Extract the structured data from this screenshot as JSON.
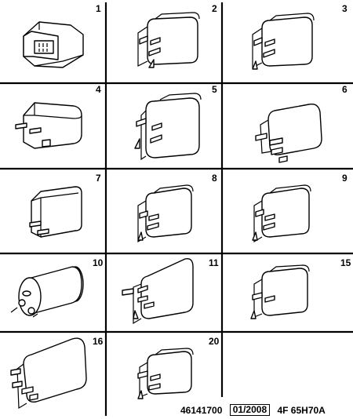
{
  "cells": [
    {
      "number": "1",
      "part": "multi-pin-relay-socket"
    },
    {
      "number": "2",
      "part": "relay-4-pin"
    },
    {
      "number": "3",
      "part": "relay-4-pin"
    },
    {
      "number": "4",
      "part": "relay-low-profile"
    },
    {
      "number": "5",
      "part": "relay-bracket"
    },
    {
      "number": "6",
      "part": "relay-5-pin"
    },
    {
      "number": "7",
      "part": "relay-small-2-pin"
    },
    {
      "number": "8",
      "part": "relay-5-pin"
    },
    {
      "number": "9",
      "part": "relay-5-pin"
    },
    {
      "number": "10",
      "part": "cylindrical-flasher-unit"
    },
    {
      "number": "11",
      "part": "relay-large-multi-pin"
    },
    {
      "number": "15",
      "part": "relay-4-pin"
    },
    {
      "number": "16",
      "part": "relay-multi-pin"
    },
    {
      "number": "20",
      "part": "relay-4-pin"
    }
  ],
  "footer": {
    "reference": "46141700",
    "date": "01/2008",
    "code": "4F 65H70A"
  }
}
